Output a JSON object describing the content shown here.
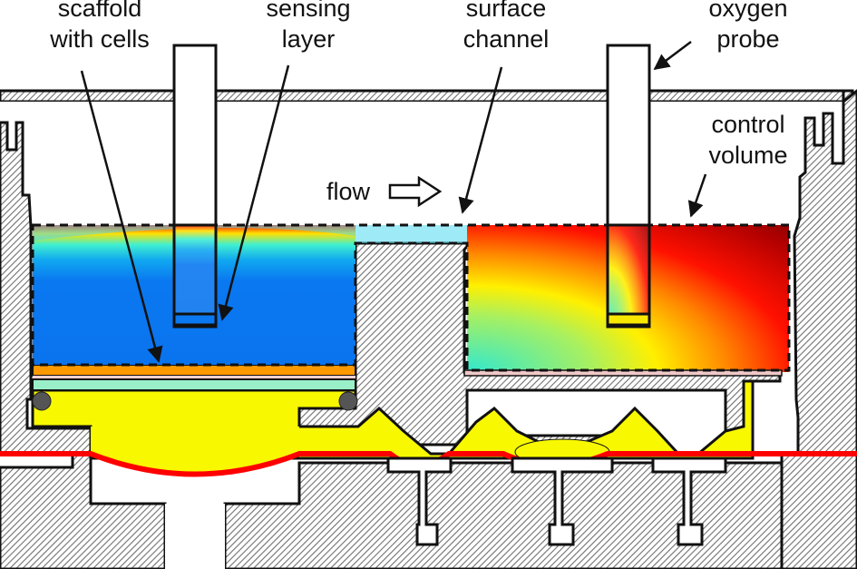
{
  "figure": {
    "type": "cross-section schematic of perfusion bioreactor with oxygen concentration map",
    "labels": {
      "scaffold": "scaffold\nwith cells",
      "sensing": "sensing\nlayer",
      "surface": "surface\nchannel",
      "probe": "oxygen\nprobe",
      "control": "control\nvolume",
      "flow": "flow"
    },
    "colors": {
      "housing_hatch": "#8a8a8a",
      "membrane": "#ff0000",
      "fluid_yellow": "#f8f800",
      "scaffold_orange": "#ff9900",
      "scaffold_mint": "#99f0c8",
      "seal_gray": "#555555",
      "oxygen_low": "#0a78f0",
      "oxygen_high": "#7a0000"
    }
  }
}
